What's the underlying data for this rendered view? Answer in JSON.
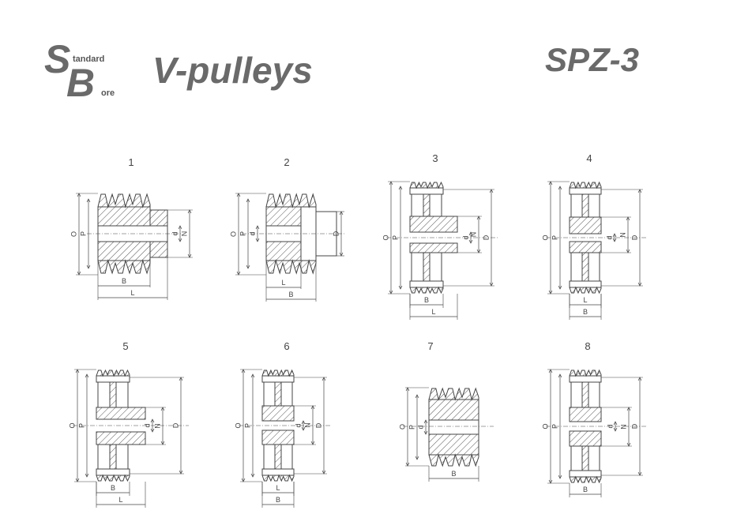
{
  "logo": {
    "letter_s": "S",
    "letter_b": "B",
    "text_standard": "tandard",
    "text_bore": "ore"
  },
  "title": "V-pulleys",
  "profile_code": "SPZ-3",
  "diagrams": [
    {
      "number": "1",
      "labels": [
        "O",
        "P",
        "d",
        "N",
        "B",
        "L"
      ]
    },
    {
      "number": "2",
      "labels": [
        "O",
        "P",
        "d",
        "D",
        "L",
        "B"
      ]
    },
    {
      "number": "3",
      "labels": [
        "O",
        "P",
        "d",
        "N",
        "D",
        "B",
        "L"
      ]
    },
    {
      "number": "4",
      "labels": [
        "O",
        "P",
        "d",
        "N",
        "D",
        "L",
        "B"
      ]
    },
    {
      "number": "5",
      "labels": [
        "O",
        "P",
        "d",
        "N",
        "D",
        "B",
        "L"
      ]
    },
    {
      "number": "6",
      "labels": [
        "O",
        "P",
        "d",
        "N",
        "D",
        "L",
        "B"
      ]
    },
    {
      "number": "7",
      "labels": [
        "O",
        "P",
        "d",
        "B"
      ]
    },
    {
      "number": "8",
      "labels": [
        "O",
        "P",
        "d",
        "N",
        "D",
        "B"
      ]
    }
  ],
  "colors": {
    "line": "#444444",
    "hatch": "#555555",
    "title_gray": "#6a6a6a"
  }
}
